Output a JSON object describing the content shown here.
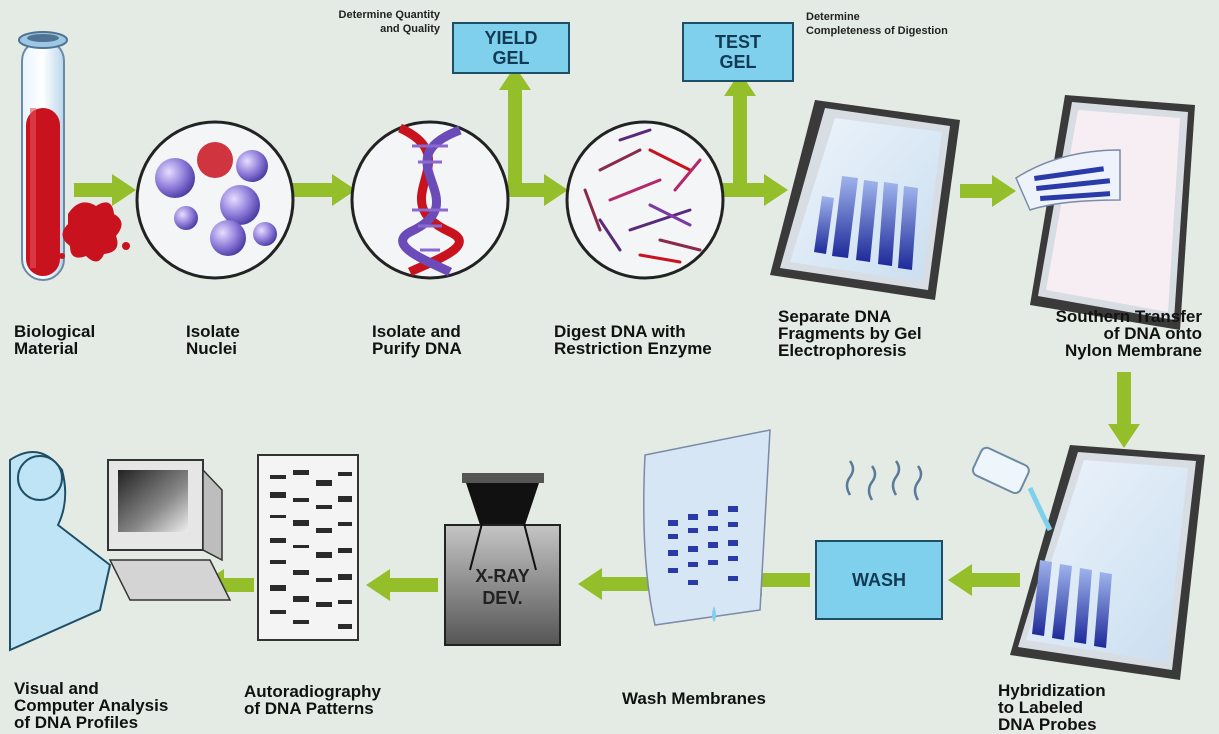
{
  "steps": {
    "biological_material": "Biological\nMaterial",
    "isolate_nuclei": "Isolate\nNuclei",
    "isolate_purify": "Isolate and\nPurify DNA",
    "digest": "Digest DNA with\nRestriction Enzyme",
    "separate": "Separate DNA\nFragments by Gel\nElectrophoresis",
    "southern": "Southern Transfer\nof DNA onto\nNylon Membrane",
    "hybridization": "Hybridization\nto Labeled\nDNA Probes",
    "wash_membranes": "Wash Membranes",
    "autoradiography": "Autoradiography\nof DNA Patterns",
    "analysis": "Visual and\nComputer Analysis\nof DNA Profiles"
  },
  "boxes": {
    "yield_gel": "YIELD\nGEL",
    "test_gel": "TEST\nGEL",
    "wash": "WASH",
    "xray": "X-RAY\nDEV."
  },
  "notes": {
    "quantity": "Determine Quantity\nand Quality",
    "completeness": "Determine\nCompleteness of Digestion"
  },
  "colors": {
    "background": "#e4ebe4",
    "arrow": "#94bf2a",
    "box_fill": "#7fd0ec",
    "gel_band": "#2a3aa8",
    "blood": "#c8121e"
  }
}
